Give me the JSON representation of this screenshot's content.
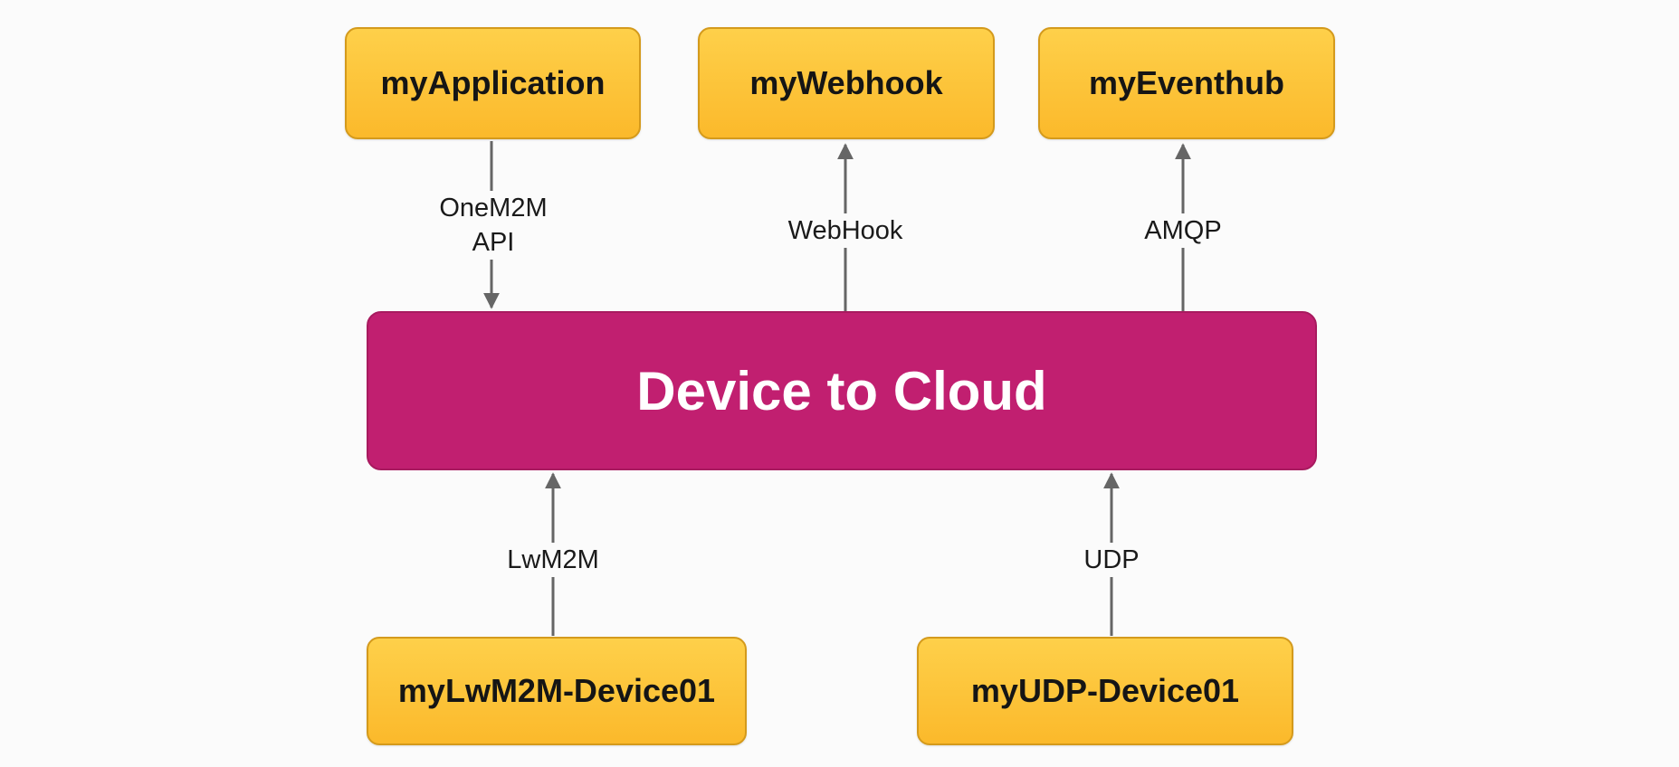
{
  "diagram": {
    "hub": {
      "label": "Device to Cloud"
    },
    "top_nodes": {
      "application": "myApplication",
      "webhook": "myWebhook",
      "eventhub": "myEventhub"
    },
    "bottom_nodes": {
      "lwm2m_device": "myLwM2M-Device01",
      "udp_device": "myUDP-Device01"
    },
    "edges": {
      "onem2m": {
        "line1": "OneM2M",
        "line2": "API",
        "direction": "myApplication → Device to Cloud"
      },
      "webhook": {
        "label": "WebHook",
        "direction": "Device to Cloud → myWebhook"
      },
      "amqp": {
        "label": "AMQP",
        "direction": "Device to Cloud → myEventhub"
      },
      "lwm2m": {
        "label": "LwM2M",
        "direction": "myLwM2M-Device01 → Device to Cloud"
      },
      "udp": {
        "label": "UDP",
        "direction": "myUDP-Device01 → Device to Cloud"
      }
    },
    "colors": {
      "node_fill": "#fcc33a",
      "node_border": "#d49a1c",
      "hub_fill": "#c11f70",
      "hub_text": "#ffffff",
      "arrow": "#666666",
      "background": "#fbfbfb"
    }
  }
}
